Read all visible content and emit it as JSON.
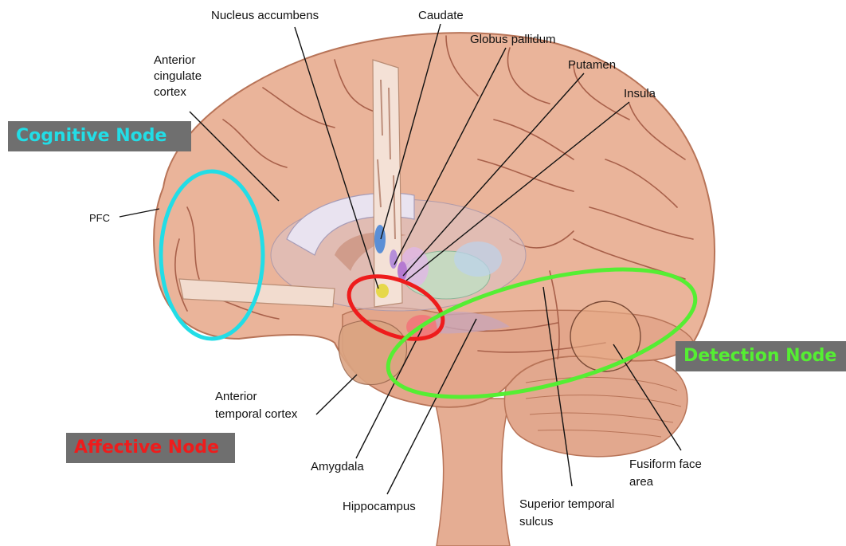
{
  "labels": {
    "nucleus_accumbens": "Nucleus accumbens",
    "caudate": "Caudate",
    "globus_pallidum": "Globus pallidum",
    "putamen": "Putamen",
    "insula": "Insula",
    "anterior_cingulate_1": "Anterior",
    "anterior_cingulate_2": "cingulate",
    "anterior_cingulate_3": "cortex",
    "pfc": "PFC",
    "anterior_temporal_1": "Anterior",
    "anterior_temporal_2": "temporal cortex",
    "amygdala": "Amygdala",
    "hippocampus": "Hippocampus",
    "superior_temporal_1": "Superior temporal",
    "superior_temporal_2": "sulcus",
    "fusiform_1": "Fusiform face",
    "fusiform_2": "area"
  },
  "nodes": {
    "cognitive": {
      "label": "Cognitive Node",
      "color": "#22dde6"
    },
    "affective": {
      "label": "Affective Node",
      "color": "#ee1c1c"
    },
    "detection": {
      "label": "Detection Node",
      "color": "#55ee33"
    }
  },
  "colors": {
    "brain": "#eab49a",
    "brain_shade": "#d98f72",
    "sulcus": "#a8604a",
    "cerebellum": "#e2a88e",
    "box_bg": "#6f6f6f"
  }
}
